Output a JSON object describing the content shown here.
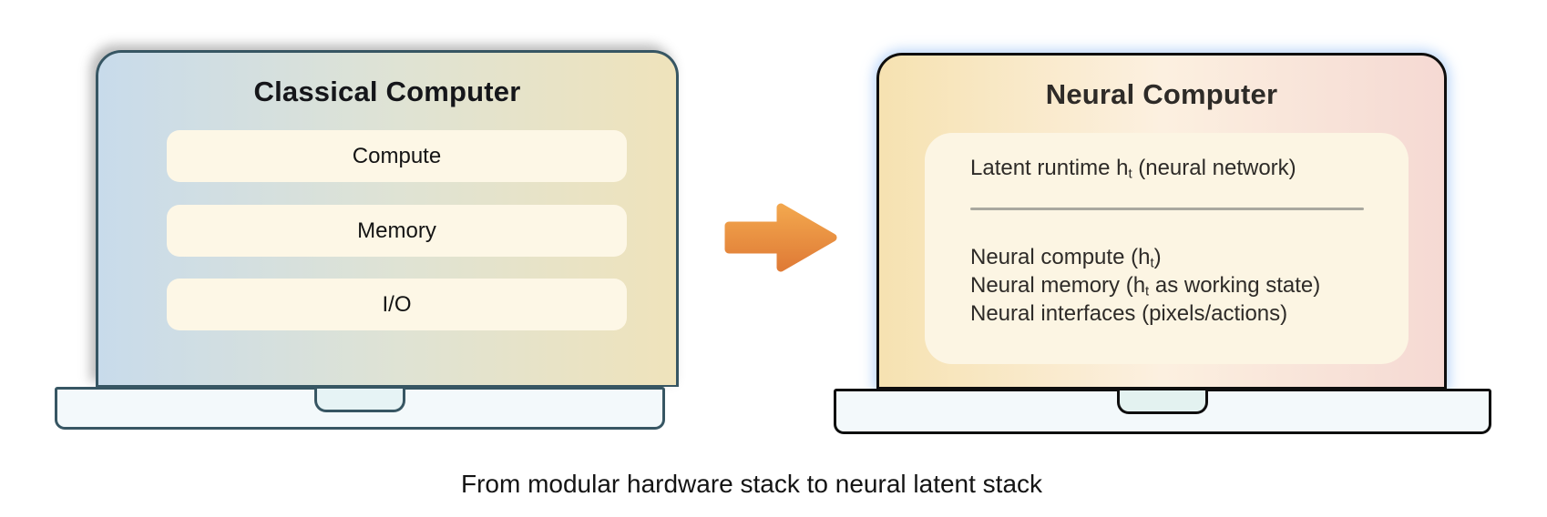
{
  "diagram": {
    "caption": "From modular hardware stack to neural latent stack",
    "colors": {
      "left_border": "#375663",
      "right_border": "#0e0e0e",
      "left_screen_from": "#c8dbeb",
      "left_screen_mid": "#dfe3d4",
      "left_screen_to": "#efe3bb",
      "right_screen_from": "#f6e2b1",
      "right_screen_mid": "#fcf0e0",
      "right_screen_to": "#f5d9d3",
      "box_fill": "#fdf7e6",
      "panel_fill": "#fcf5e3",
      "base_fill": "#f3f9fb",
      "notch_fill": "#e6f3f5",
      "divider": "#a9a89f",
      "arrow_top": "#f2a64d",
      "arrow_bottom": "#e07c37"
    },
    "classical": {
      "title": "Classical Computer",
      "layers": [
        "Compute",
        "Memory",
        "I/O"
      ]
    },
    "neural": {
      "title": "Neural Computer",
      "runtime_line": {
        "pre": "Latent runtime h",
        "sub": "t",
        "post": " (neural network)"
      },
      "lines": [
        {
          "pre": "Neural compute (h",
          "sub": "t",
          "post": ")"
        },
        {
          "pre": "Neural memory (h",
          "sub": "t",
          "post": " as working state)"
        },
        {
          "pre": "Neural interfaces (pixels/actions)",
          "sub": "",
          "post": ""
        }
      ]
    }
  }
}
